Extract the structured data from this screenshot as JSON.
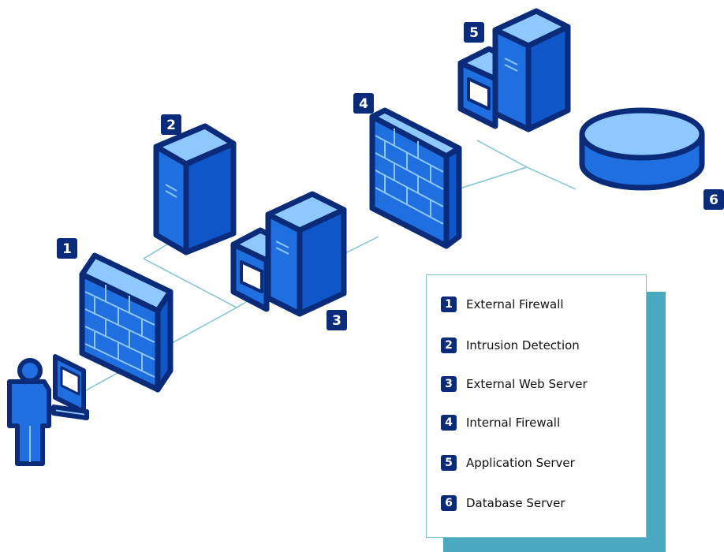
{
  "colors": {
    "outline": "#0a2a7a",
    "face_front": "#1f6fe0",
    "face_side": "#0f56c8",
    "face_top": "#8fc7ff",
    "connector": "#7fc3d2",
    "legend_shadow": "#4aa9c0",
    "badge_bg": "#0a2a7a"
  },
  "diagram": {
    "nodes": [
      {
        "id": "1",
        "icon": "firewall-icon"
      },
      {
        "id": "2",
        "icon": "server-tower-icon"
      },
      {
        "id": "3",
        "icon": "web-server-icon"
      },
      {
        "id": "4",
        "icon": "firewall-icon"
      },
      {
        "id": "5",
        "icon": "application-server-icon"
      },
      {
        "id": "6",
        "icon": "database-icon"
      }
    ],
    "client_icons": [
      "user-icon",
      "monitor-icon"
    ]
  },
  "legend": {
    "items": [
      {
        "number": "1",
        "label": "External Firewall"
      },
      {
        "number": "2",
        "label": "Intrusion Detection"
      },
      {
        "number": "3",
        "label": "External Web Server"
      },
      {
        "number": "4",
        "label": "Internal Firewall"
      },
      {
        "number": "5",
        "label": "Application Server"
      },
      {
        "number": "6",
        "label": "Database Server"
      }
    ]
  }
}
